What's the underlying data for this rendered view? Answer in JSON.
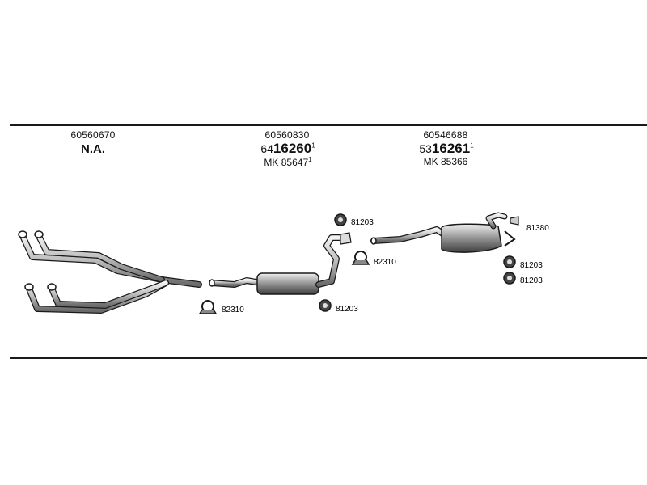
{
  "header_columns": [
    {
      "code": "60560670",
      "name": "N.A."
    },
    {
      "code": "60560830",
      "prefix": "64",
      "part_number": "16260",
      "superscript": "1",
      "alt_ref": "MK 85647",
      "alt_superscript": "1"
    },
    {
      "code": "60546688",
      "prefix": "53",
      "part_number": "16261",
      "superscript": "1",
      "alt_ref": "MK 85366"
    }
  ],
  "callouts": {
    "clamp_front": "82310",
    "gasket_mid_low": "81203",
    "gasket_mid_top": "81203",
    "clamp_mid": "82310",
    "hanger_rear": "81380",
    "gasket_rear_1": "81203",
    "gasket_rear_2": "81203"
  },
  "colors": {
    "line": "#1a1a1a",
    "metal_light": "#dcdcdc",
    "metal_dark": "#555555"
  }
}
